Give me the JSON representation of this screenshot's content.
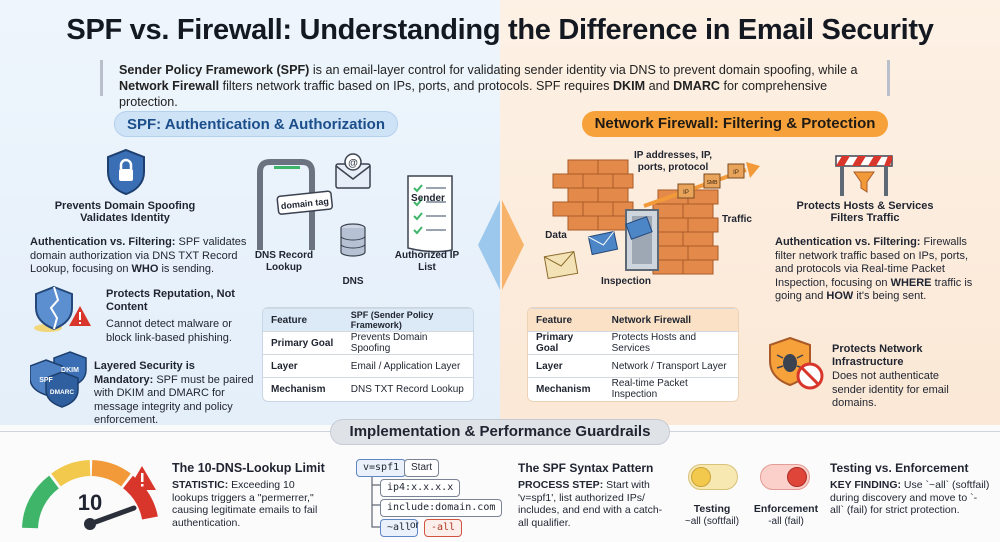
{
  "title": "SPF vs. Firewall: Understanding the Difference in Email Security",
  "intro": {
    "spf_term": "Sender Policy Framework (SPF)",
    "part1": " is an email-layer control for validating sender identity via DNS to prevent domain spoofing, while a ",
    "fw_term": "Network Firewall",
    "part2": " filters network traffic based on IPs, ports, and protocols. SPF requires ",
    "dkim": "DKIM",
    "and": " and ",
    "dmarc": "DMARC",
    "part3": " for comprehensive protection."
  },
  "spf": {
    "heading": "SPF: Authentication & Authorization",
    "prevents": "Prevents Domain Spoofing",
    "validates": "Validates Identity",
    "auth_label": "Authentication vs. Filtering:",
    "auth_text_a": " SPF validates domain authorization via DNS TXT Record Lookup, focusing on ",
    "auth_who": "WHO",
    "auth_text_b": " is sending.",
    "reputation_title": "Protects Reputation, Not Content",
    "reputation_text": "Cannot detect malware or block link-based phishing.",
    "layered_title": "Layered Security is Mandatory:",
    "layered_text": " SPF must be paired with DKIM and DMARC for message integrity and policy enforcement.",
    "shield_labels": [
      "SPF",
      "DKIM",
      "DMARC"
    ],
    "diagram": {
      "domain_tag": "domain tag",
      "sender": "Sender",
      "dns_lookup": "DNS Record Lookup",
      "dns": "DNS",
      "authorized": "Authorized IP List"
    },
    "table": {
      "headers": [
        "Feature",
        "SPF (Sender Policy Framework)"
      ],
      "rows": [
        [
          "Primary Goal",
          "Prevents Domain Spoofing"
        ],
        [
          "Layer",
          "Email / Application Layer"
        ],
        [
          "Mechanism",
          "DNS TXT Record Lookup"
        ]
      ]
    }
  },
  "fw": {
    "heading": "Network Firewall: Filtering & Protection",
    "protects": "Protects Hosts & Services",
    "filters": "Filters Traffic",
    "auth_label": "Authentication vs. Filtering:",
    "auth_text_a": " Firewalls filter network traffic based on IPs, ports, and protocols via Real-time Packet Inspection, focusing on ",
    "auth_where": "WHERE",
    "auth_text_b": " traffic is going and ",
    "auth_how": "HOW",
    "auth_text_c": " it's being sent.",
    "infra_title": "Protects Network Infrastructure",
    "infra_text": "Does not authenticate sender identity for email domains.",
    "diagram": {
      "ip_label": "IP addresses, IP, ports, protocol",
      "traffic": "Traffic",
      "data": "Data",
      "inspection": "Inspection",
      "box_labels": [
        "IP",
        "SMB",
        "IP"
      ]
    },
    "table": {
      "headers": [
        "Feature",
        "Network Firewall"
      ],
      "rows": [
        [
          "Primary Goal",
          "Protects Hosts and Services"
        ],
        [
          "Layer",
          "Network / Transport Layer"
        ],
        [
          "Mechanism",
          "Real-time Packet Inspection"
        ]
      ]
    }
  },
  "guardrails": {
    "heading": "Implementation & Performance Guardrails",
    "gauge_value": "10",
    "dns_limit_title": "The 10-DNS-Lookup Limit",
    "statistic_label": "STATISTIC:",
    "statistic_text": " Exceeding 10 lookups triggers a \"permerrer,\" causing legitimate emails to fail authentication.",
    "syntax": {
      "v": "v=spf1",
      "start": "Start",
      "ip4": "ip4:x.x.x.x",
      "include": "include:domain.com",
      "all_soft": "~all",
      "or": "or",
      "all_fail": "-all"
    },
    "pattern_title": "The SPF Syntax Pattern",
    "process_label": "PROCESS STEP:",
    "process_text": " Start with 'v=spf1', list authorized IPs/ includes, and end with a catch-all qualifier.",
    "testing_label": "Testing",
    "testing_sub": "~all (softfail)",
    "enforcement_label": "Enforcement",
    "enforcement_sub": "-all (fail)",
    "te_title": "Testing vs. Enforcement",
    "finding_label": "KEY FINDING:",
    "finding_text": " Use `~all` (softfail) during discovery and move to `-all` (fail) for strict protection."
  },
  "colors": {
    "spf_blue": "#1b4e8a",
    "fw_orange": "#f7a13a",
    "brick": "#e3894a",
    "alert_red": "#d9362b"
  }
}
